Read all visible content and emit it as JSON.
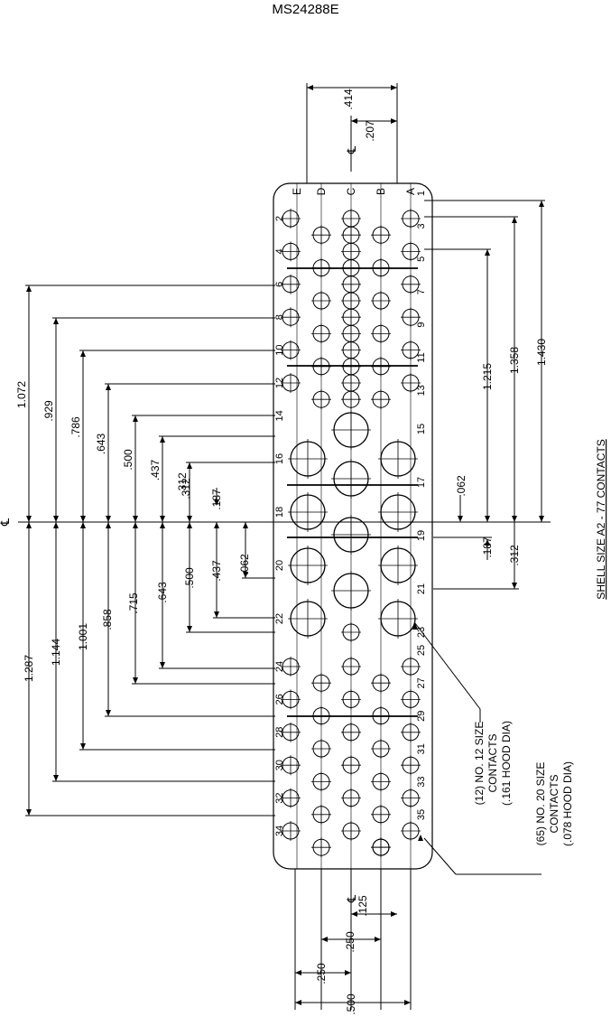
{
  "title": "MS24288E",
  "shell_label": "SHELL SIZE A2 - 77 CONTACTS",
  "centerline_symbol": "℄",
  "row_letters": [
    "E",
    "D",
    "C",
    "B",
    "A"
  ],
  "large_contact_note": [
    "(12) NO. 12 SIZE",
    "CONTACTS",
    "(.161 HOOD DIA)"
  ],
  "small_contact_note": [
    "(65) NO. 20 SIZE",
    "CONTACTS",
    "(.078 HOOD DIA)"
  ],
  "contact_labels_left": [
    "2",
    "4",
    "6",
    "8",
    "10",
    "12",
    "14",
    "16",
    "18",
    "20",
    "22",
    "24",
    "26",
    "28",
    "30",
    "32",
    "34"
  ],
  "contact_labels_right": [
    "1",
    "3",
    "5",
    "7",
    "9",
    "11",
    "13",
    "15",
    "17",
    "19",
    "21",
    "23",
    "25",
    "27",
    "29",
    "31",
    "33",
    "35"
  ],
  "dim_left_upper": [
    ".312",
    ".437",
    ".500",
    ".643",
    ".786",
    ".929",
    "1.072"
  ],
  "dim_left_lower": [
    ".062",
    ".187",
    ".437",
    ".500",
    ".643",
    ".715",
    ".858",
    "1.001",
    "1.144",
    "1.287"
  ],
  "dim_right": [
    ".062",
    ".187",
    ".312",
    "1.215",
    "1.358",
    "1.430"
  ],
  "dim_top": [
    ".414",
    ".207"
  ],
  "dim_bottom": [
    ".125",
    ".250",
    ".250",
    ".500"
  ],
  "colors": {
    "line": "#000000",
    "background": "#ffffff"
  }
}
